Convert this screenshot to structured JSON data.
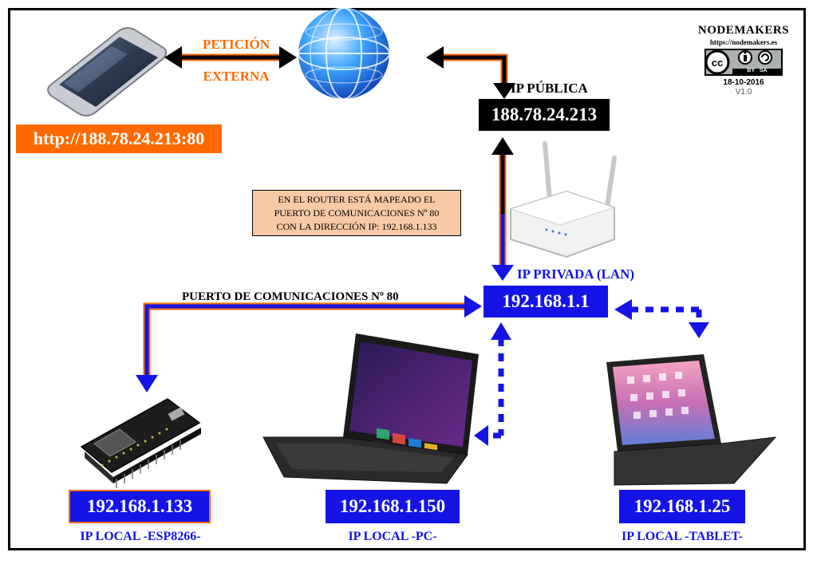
{
  "colors": {
    "accent_orange": "#ff6a00",
    "ip_blue": "#1414e6",
    "note_bg": "#f7c9a6",
    "black": "#000000"
  },
  "external": {
    "url": "http://188.78.24.213:80",
    "request_line1": "PETICIÓN",
    "request_line2": "EXTERNA"
  },
  "public": {
    "label": "IP PÚBLICA",
    "ip": "188.78.24.213"
  },
  "router": {
    "note_lines": [
      "EN EL ROUTER ESTÁ MAPEADO EL",
      "PUERTO DE COMUNICACIONES Nº 80",
      "CON LA DIRECCIÓN IP: 192.168.1.133"
    ],
    "private_label": "IP PRIVADA (LAN)",
    "private_ip": "192.168.1.1"
  },
  "port_label": "PUERTO DE COMUNICACIONES Nº 80",
  "devices": [
    {
      "name": "esp8266",
      "ip": "192.168.1.133",
      "label": "IP LOCAL -ESP8266-"
    },
    {
      "name": "pc",
      "ip": "192.168.1.150",
      "label": "IP LOCAL -PC-"
    },
    {
      "name": "tablet",
      "ip": "192.168.1.25",
      "label": "IP LOCAL -TABLET-"
    }
  ],
  "brand": {
    "name": "NODEMAKERS",
    "url": "https://nodemakers.es",
    "license": "BY   SA",
    "date": "18-10-2016",
    "version": "V1.0"
  },
  "icons": [
    "smartphone-icon",
    "globe-icon",
    "router-icon",
    "nodemcu-icon",
    "laptop-icon",
    "tablet-icon",
    "cc-license-icon"
  ]
}
